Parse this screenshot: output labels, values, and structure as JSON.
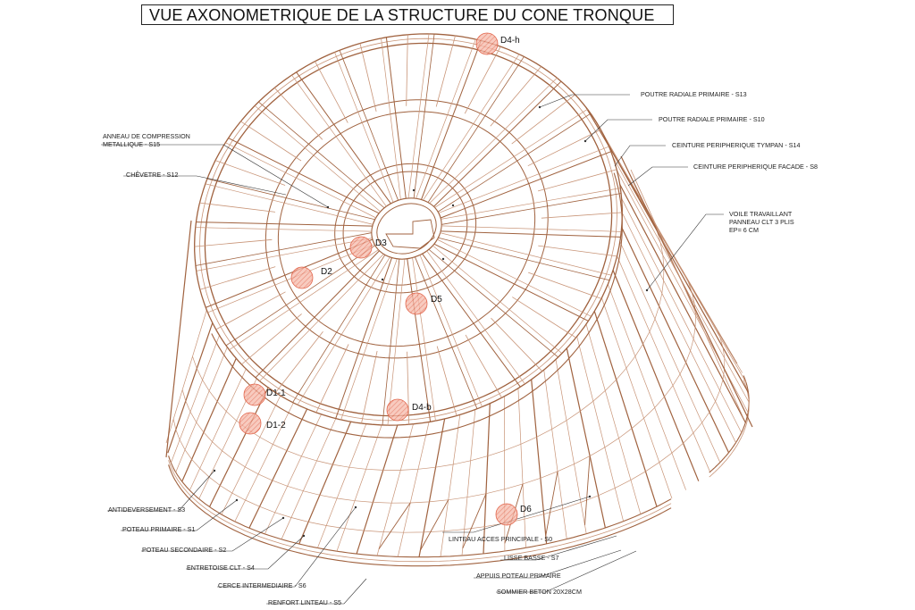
{
  "title": "VUE AXONOMETRIQUE DE LA STRUCTURE DU CONE TRONQUE",
  "colors": {
    "structure": "#a0623f",
    "structure_light": "#c89477",
    "detail_fill": "#f2a28f",
    "detail_hatch": "#d9533b",
    "leader": "#333333",
    "text": "#222222"
  },
  "labels_right": {
    "s13": "POUTRE RADIALE PRIMAIRE - S13",
    "s10": "POUTRE RADIALE PRIMAIRE - S10",
    "s14": "CEINTURE PERIPHERIQUE TYMPAN - S14",
    "s8": "CEINTURE PERIPHERIQUE FACADE - S8",
    "voile_1": "VOILE TRAVAILLANT",
    "voile_2": "PANNEAU CLT 3 PLIS",
    "voile_3": "EP= 6 CM",
    "s0": "LINTEAU ACCES PRINCIPALE - S0",
    "s7": "LISSE BASSE - S7",
    "appuis": "APPUIS POTEAU PRIMAIRE",
    "sommier": "SOMMIER BETON 20X28CM"
  },
  "labels_left": {
    "s15_1": "ANNEAU DE COMPRESSION",
    "s15_2": "METALLIQUE - S15",
    "s12": "CHÊVETRE - S12",
    "s3": "ANTIDEVERSEMENT - S3",
    "s1": "POTEAU PRIMAIRE - S1",
    "s2": "POTEAU SECONDAIRE - S2",
    "s4": "ENTRETOISE CLT - S4",
    "s6": "CERCE INTERMEDIAIRE - S6",
    "s5": "RENFORT LINTEAU - S5"
  },
  "details": {
    "d4h": "D4-h",
    "d3": "D3",
    "d2": "D2",
    "d5": "D5",
    "d11": "D1-1",
    "d12": "D1-2",
    "d4b": "D4-b",
    "d6": "D6"
  }
}
